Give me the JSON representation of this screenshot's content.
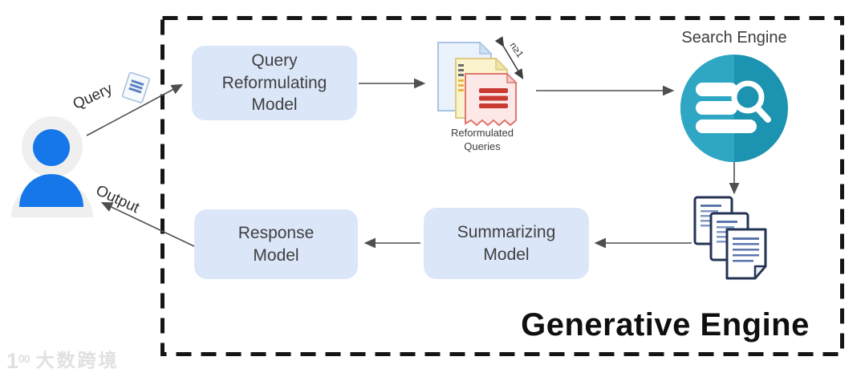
{
  "diagram": {
    "container_title": "Generative Engine",
    "user_flow": {
      "query_label": "Query",
      "output_label": "Output"
    },
    "boxes": {
      "query_reformulating_model": {
        "lines": [
          "Query",
          "Reformulating",
          "Model"
        ]
      },
      "summarizing_model": {
        "lines": [
          "Summarizing",
          "Model"
        ]
      },
      "response_model": {
        "lines": [
          "Response",
          "Model"
        ]
      }
    },
    "reformulated_queries": {
      "label_lines": [
        "Reformulated",
        "Queries"
      ],
      "count_annotation": "n≥1"
    },
    "search_engine": {
      "label": "Search Engine"
    },
    "icons": [
      "user-icon",
      "query-document-icon",
      "reformulated-queries-stack-icon",
      "search-engine-icon",
      "retrieved-documents-stack-icon"
    ],
    "colors": {
      "model_box_fill": "#dbe7f9",
      "user_blue": "#1577e9",
      "search_teal_light": "#2fa7c4",
      "search_teal_dark": "#1c93b0",
      "doc_blue_fill": "#eaf2fb",
      "doc_yellow_fill": "#fbf3cd",
      "doc_red_fill": "#fce9e7",
      "doc_red_bars": "#c93a31",
      "retrieved_doc_border": "#243354",
      "arrow": "#4f4f4f",
      "dashed_border": "#151515"
    }
  },
  "watermark": {
    "logo_prefix": "1",
    "logo_suffix": "00",
    "brand": "大数跨境"
  }
}
